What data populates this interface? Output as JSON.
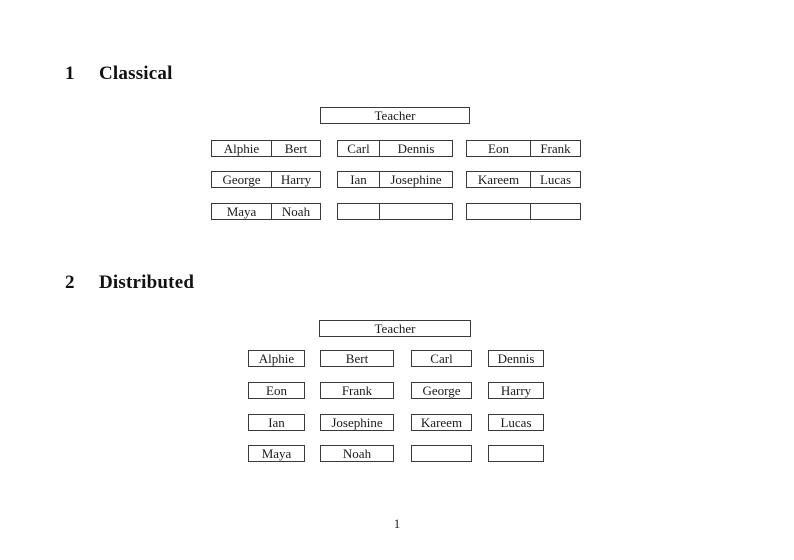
{
  "page_number": "1",
  "classical": {
    "heading_number": "1",
    "heading_title": "Classical",
    "teacher_label": "Teacher",
    "seats": [
      [
        "Alphie",
        "Bert"
      ],
      [
        "Carl",
        "Dennis"
      ],
      [
        "Eon",
        "Frank"
      ],
      [
        "George",
        "Harry"
      ],
      [
        "Ian",
        "Josephine"
      ],
      [
        "Kareem",
        "Lucas"
      ],
      [
        "Maya",
        "Noah"
      ],
      [
        "",
        ""
      ],
      [
        "",
        ""
      ]
    ]
  },
  "distributed": {
    "heading_number": "2",
    "heading_title": "Distributed",
    "teacher_label": "Teacher",
    "seats": [
      "Alphie",
      "Bert",
      "Carl",
      "Dennis",
      "Eon",
      "Frank",
      "George",
      "Harry",
      "Ian",
      "Josephine",
      "Kareem",
      "Lucas",
      "Maya",
      "Noah",
      "",
      ""
    ]
  }
}
